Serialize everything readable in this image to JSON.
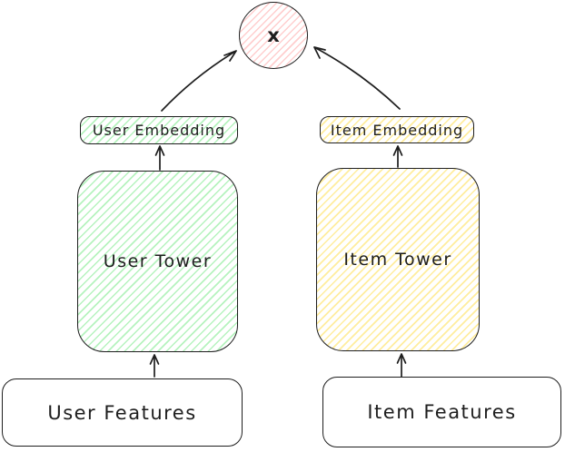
{
  "diagram": {
    "nodes": {
      "multiply": {
        "label": "x",
        "fill": "#ffc9c9",
        "shape": "circle"
      },
      "user_embedding": {
        "label": "User Embedding",
        "fill": "#b2f2bb",
        "shape": "rounded-rect"
      },
      "item_embedding": {
        "label": "Item Embedding",
        "fill": "#ffec99",
        "shape": "rounded-rect"
      },
      "user_tower": {
        "label": "User Tower",
        "fill": "#b2f2bb",
        "shape": "rounded-rect"
      },
      "item_tower": {
        "label": "Item Tower",
        "fill": "#ffec99",
        "shape": "rounded-rect"
      },
      "user_features": {
        "label": "User Features",
        "fill": "#ffffff",
        "shape": "rounded-rect"
      },
      "item_features": {
        "label": "Item Features",
        "fill": "#ffffff",
        "shape": "rounded-rect"
      }
    },
    "edges": [
      {
        "from": "user_features",
        "to": "user_tower",
        "style": "arrow-up"
      },
      {
        "from": "item_features",
        "to": "item_tower",
        "style": "arrow-up"
      },
      {
        "from": "user_tower",
        "to": "user_embedding",
        "style": "arrow-up"
      },
      {
        "from": "item_tower",
        "to": "item_embedding",
        "style": "arrow-up"
      },
      {
        "from": "user_embedding",
        "to": "multiply",
        "style": "arrow-diagonal"
      },
      {
        "from": "item_embedding",
        "to": "multiply",
        "style": "arrow-diagonal"
      }
    ],
    "colors": {
      "stroke": "#1e1e1e",
      "green": "#b2f2bb",
      "yellow": "#ffec99",
      "pink": "#ffc9c9",
      "background": "#ffffff"
    }
  }
}
